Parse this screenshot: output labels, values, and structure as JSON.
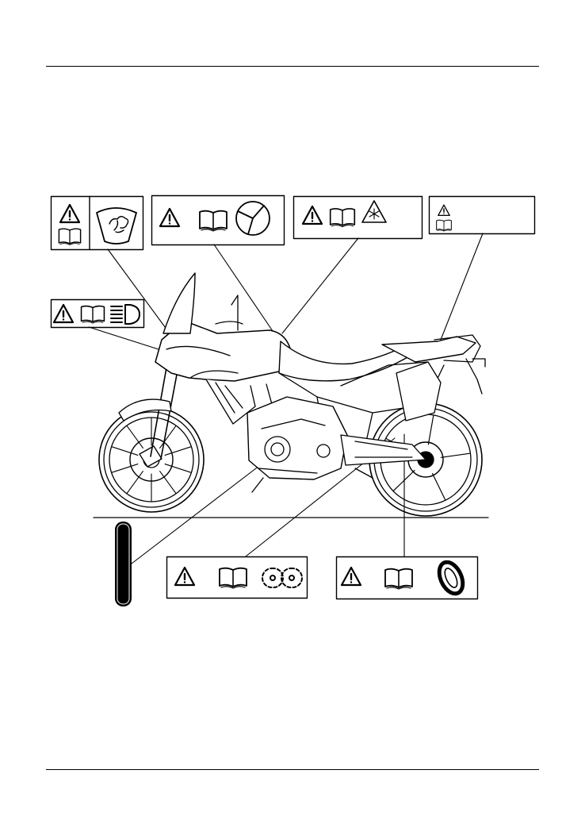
{
  "page": {
    "header_rule": true,
    "footer_rule": true
  },
  "figure": {
    "subject": "motorcycle-side-view-line-drawing",
    "labels": [
      {
        "id": "screen-label",
        "icons": [
          "warning-triangle-icon",
          "manual-book-icon",
          "windscreen-icon"
        ]
      },
      {
        "id": "fuel-label",
        "icons": [
          "warning-triangle-icon",
          "manual-book-icon",
          "pie-gauge-icon"
        ]
      },
      {
        "id": "cold-label",
        "icons": [
          "warning-triangle-icon",
          "manual-book-icon",
          "snowflake-triangle-icon"
        ]
      },
      {
        "id": "load-label",
        "icons": [
          "warning-triangle-icon",
          "manual-book-icon"
        ]
      },
      {
        "id": "headlight-label",
        "icons": [
          "warning-triangle-icon",
          "manual-book-icon",
          "headlight-icon"
        ]
      },
      {
        "id": "chain-label",
        "icons": [
          "warning-triangle-icon",
          "manual-book-icon",
          "chain-icon"
        ]
      },
      {
        "id": "tyre-label",
        "icons": [
          "warning-triangle-icon",
          "manual-book-icon",
          "tyre-icon"
        ]
      },
      {
        "id": "vertical-sticker",
        "icons": []
      }
    ],
    "line_color": "#000000",
    "background": "#ffffff"
  }
}
